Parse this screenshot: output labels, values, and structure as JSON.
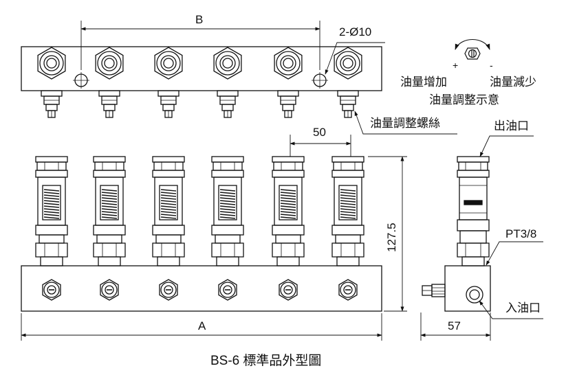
{
  "dimensions": {
    "B": "B",
    "A": "A",
    "hole_spec": "2-Ø10",
    "pitch": "50",
    "height": "127.5",
    "depth": "57",
    "thread": "PT3/8"
  },
  "labels": {
    "increase": "油量增加",
    "decrease": "油量減少",
    "adjust_diagram": "油量調整示意",
    "adjust_screw": "油量調整螺絲",
    "outlet": "出油口",
    "inlet": "入油口",
    "plus": "+",
    "minus": "-"
  },
  "caption": {
    "model": "BS-6",
    "title": "標準品外型圖"
  }
}
